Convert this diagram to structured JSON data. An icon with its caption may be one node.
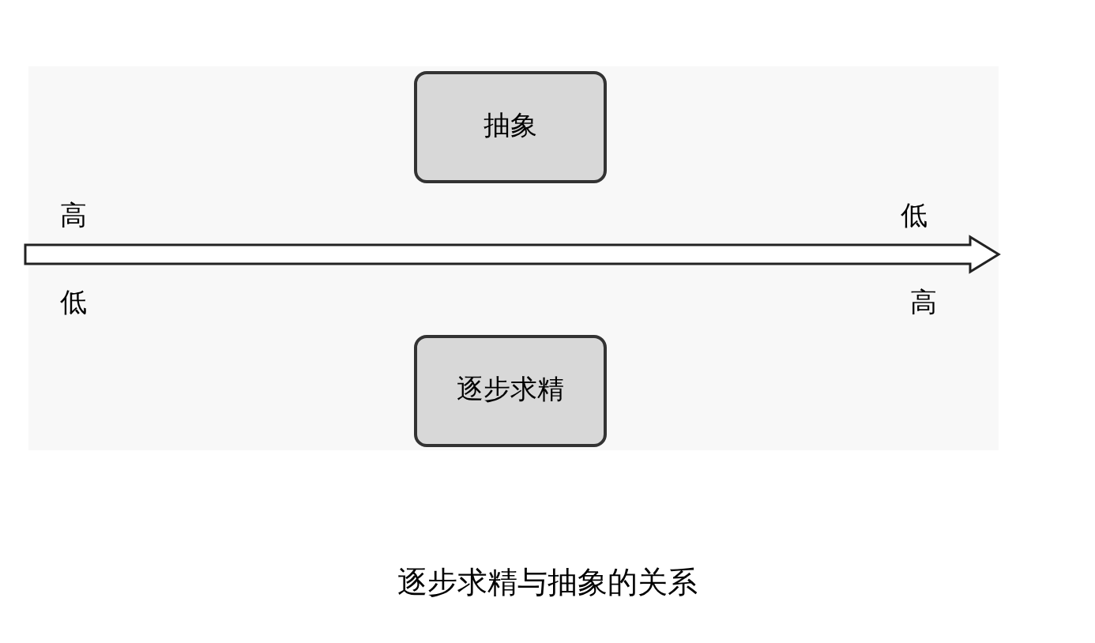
{
  "diagram": {
    "caption": "逐步求精与抽象的关系",
    "nodes": [
      {
        "text": [
          "抽象"
        ]
      },
      {
        "text": [
          "逐步求精"
        ]
      }
    ],
    "labels": [
      "高",
      "低",
      "低",
      "高"
    ]
  }
}
